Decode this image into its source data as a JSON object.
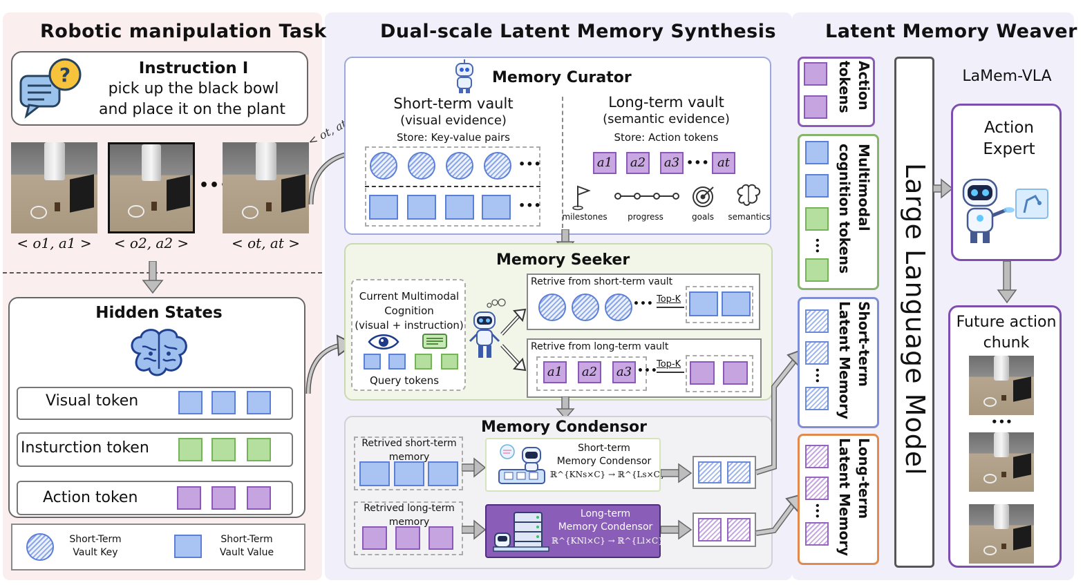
{
  "sections": {
    "task_title": "Robotic manipulation Task",
    "synthesis_title": "Dual-scale Latent Memory Synthesis",
    "weaver_title": "Latent Memory Weaver"
  },
  "instruction": {
    "heading": "Instruction I",
    "line1": "pick up the black bowl",
    "line2": "and  place it on the plant"
  },
  "frames": {
    "labels": [
      "< o1, a1 >",
      "< o2, a2 >",
      "< ot, at >"
    ],
    "ellipsis": "•••",
    "arrow_label": "< ot, at >"
  },
  "hidden_states": {
    "title": "Hidden States",
    "rows": [
      "Visual token",
      "Insturction token",
      "Action token"
    ]
  },
  "legend": {
    "key": "Short-Term\nVault Key",
    "value": "Short-Term\nVault Value"
  },
  "curator": {
    "title": "Memory Curator",
    "short_title": "Short-term vault",
    "short_sub": "(visual evidence)",
    "short_store": "Store: Key-value pairs",
    "long_title": "Long-term vault",
    "long_sub": "(semantic evidence)",
    "long_store": "Store: Action tokens",
    "tokens": [
      "a1",
      "a2",
      "a3",
      "at"
    ],
    "icons": [
      "milestones",
      "progress",
      "goals",
      "semantics"
    ]
  },
  "seeker": {
    "title": "Memory Seeker",
    "cog_line1": "Current Multimodal",
    "cog_line2": "Cognition",
    "cog_line3": "(visual + instruction)",
    "query": "Query tokens",
    "retrieve_short": "Retrive from short-term vault",
    "retrieve_long": "Retrive from long-term vault",
    "topk": "Top-K",
    "tokens": [
      "a1",
      "a2",
      "a3"
    ]
  },
  "condensor": {
    "title": "Memory Condensor",
    "retr_short": "Retrived  short-term\nmemory",
    "retr_long": "Retrived  long-term\nmemory",
    "short_name": "Short-term\nMemory Condensor",
    "long_name": "Long-term\nMemory Condensor",
    "short_formula": "ℝ^{KNs×C} → ℝ^{Ls×C}",
    "long_formula": "ℝ^{KNl×C} → ℝ^{Ll×C}"
  },
  "weaver": {
    "action_tokens": "Action\ntokens",
    "mm_tokens": "Multimodal\ncognition tokens",
    "short_mem": "Short-term\nLatent Memory",
    "long_mem": "Long-term\nLatent Memory",
    "llm": "Large Language Model",
    "lamem": "LaMem-VLA",
    "expert": "Action\nExpert",
    "future": "Future action\nchunk",
    "ellipsis": "•••"
  },
  "colors": {
    "blue_fill": "#a9c3f2",
    "green_fill": "#b5df9f",
    "purple_fill": "#c5a4e0",
    "panel_pink": "#fbeeee",
    "panel_lavender": "#f1effa",
    "seeker_green": "#f2f6e8"
  }
}
